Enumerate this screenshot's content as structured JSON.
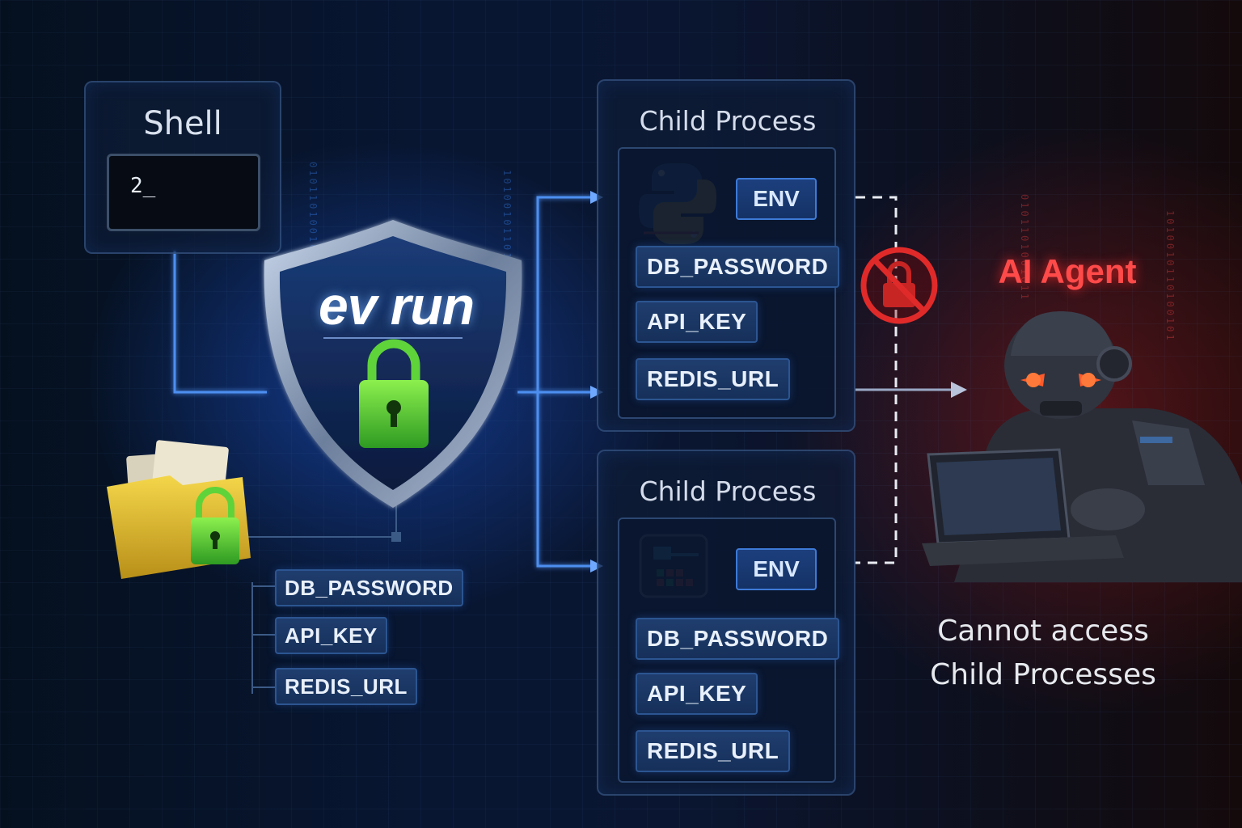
{
  "shell": {
    "title": "Shell",
    "prompt": "2_"
  },
  "shield": {
    "label": "ev run"
  },
  "source_vars": [
    "DB_PASSWORD",
    "API_KEY",
    "REDIS_URL"
  ],
  "children": [
    {
      "title": "Child Process",
      "env": "ENV",
      "icon": "python-icon",
      "vars": [
        "DB_PASSWORD",
        "API_KEY",
        "REDIS_URL"
      ]
    },
    {
      "title": "Child Process",
      "env": "ENV",
      "icon": "app-window-icon",
      "vars": [
        "DB_PASSWORD",
        "API_KEY",
        "REDIS_URL"
      ]
    }
  ],
  "agent": {
    "title": "AI Agent",
    "caption_line1": "Cannot access",
    "caption_line2": "Child Processes"
  },
  "colors": {
    "accent": "#3d7ad6",
    "lock_green": "#5fd33a",
    "danger": "#ff3b3b",
    "folder": "#e7c23a"
  }
}
